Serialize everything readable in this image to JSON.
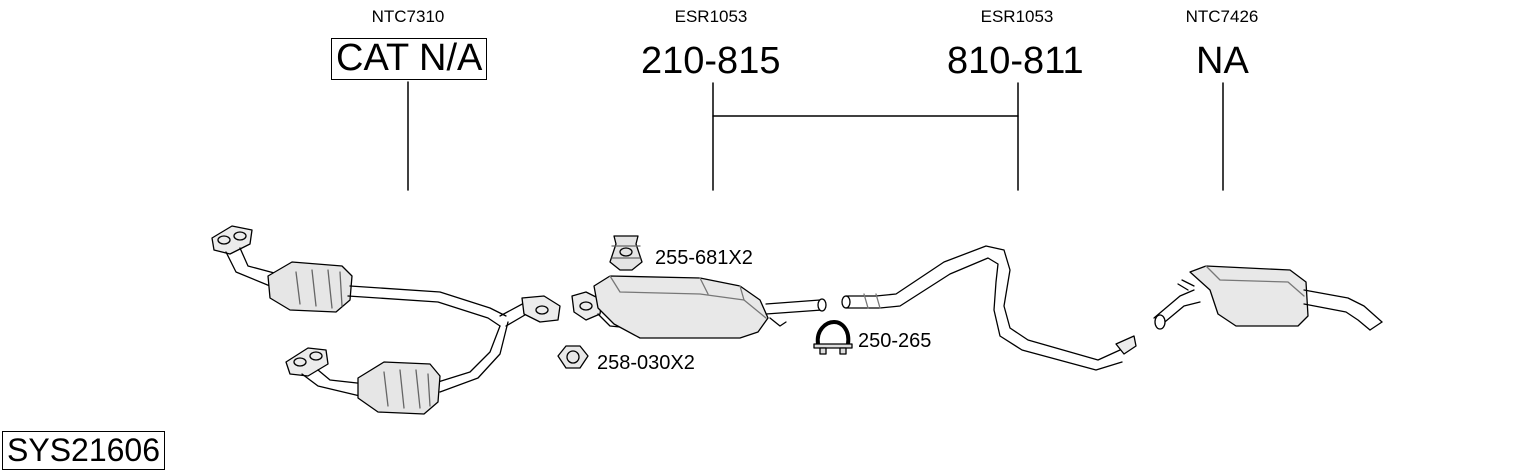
{
  "columns": [
    {
      "ref": "NTC7310",
      "part": "CAT N/A",
      "boxed": true
    },
    {
      "ref": "ESR1053",
      "part": "210-815",
      "boxed": false
    },
    {
      "ref": "ESR1053",
      "part": "810-811",
      "boxed": false
    },
    {
      "ref": "NTC7426",
      "part": "NA",
      "boxed": false
    }
  ],
  "fittings": {
    "rubber_mount": "255-681X2",
    "nut": "258-030X2",
    "clamp": "250-265"
  },
  "system_code": "SYS21606",
  "colors": {
    "line": "#000000",
    "part_fill": "#e8e8e8",
    "part_shade": "#c8c8c8"
  },
  "icons": [
    "catalytic-converter-icon",
    "center-silencer-icon",
    "tail-pipe-icon",
    "rear-silencer-icon",
    "rubber-mount-icon",
    "hex-nut-icon",
    "pipe-clamp-icon"
  ]
}
